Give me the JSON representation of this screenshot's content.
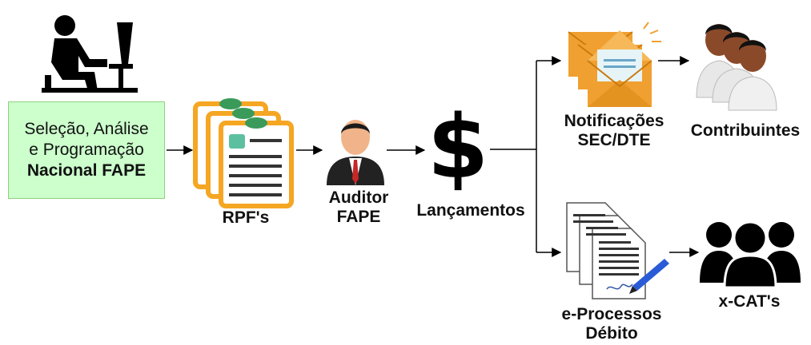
{
  "diagram": {
    "box": {
      "line1": "Seleção, Análise",
      "line2": "e Programação",
      "line3": "Nacional FAPE"
    },
    "rpfs_label": "RPF's",
    "auditor_label_1": "Auditor",
    "auditor_label_2": "FAPE",
    "lancamentos_label": "Lançamentos",
    "notificacoes_label_1": "Notificações",
    "notificacoes_label_2": "SEC/DTE",
    "contribuintes_label": "Contribuintes",
    "eprocessos_label_1": "e-Processos",
    "eprocessos_label_2": "Débito",
    "xcats_label": "x-CAT's",
    "icons": {
      "workstation": "person-at-computer-icon",
      "rpfs": "documents-icon",
      "auditor": "businessman-icon",
      "lancamentos": "dollar-sign-icon",
      "notificacoes": "envelopes-icon",
      "contribuintes": "people-group-icon",
      "eprocessos": "signed-documents-icon",
      "xcats": "users-icon"
    },
    "colors": {
      "box_fill": "#ccffcc",
      "folder_orange": "#f5a623",
      "cloud_green": "#3a9a5a",
      "envelope_orange": "#f0a030",
      "arrow": "#000000"
    }
  }
}
